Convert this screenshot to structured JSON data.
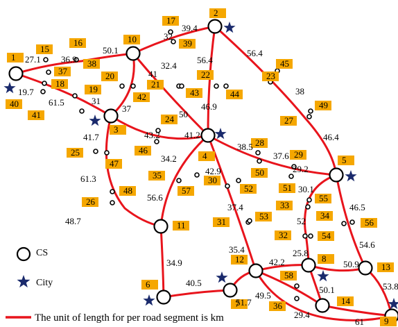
{
  "colors": {
    "road": "#e8141c",
    "label_bg": "#f5a700",
    "star": "#1a2a6c",
    "node_fill": "#ffffff"
  },
  "legend": {
    "cs_icon": "open-circle-icon",
    "cs_label": "CS",
    "city_icon": "star-icon",
    "city_label": "City",
    "road_icon": "red-line-icon",
    "road_text": "The unit of length for per road segment is km"
  },
  "stations": [
    {
      "id": "1",
      "city": true
    },
    {
      "id": "2",
      "city": true
    },
    {
      "id": "3",
      "city": true
    },
    {
      "id": "4",
      "city": true
    },
    {
      "id": "5",
      "city": true
    },
    {
      "id": "6",
      "city": true
    },
    {
      "id": "7",
      "city": true
    },
    {
      "id": "8",
      "city": true
    },
    {
      "id": "9",
      "city": true
    },
    {
      "id": "10",
      "city": false
    },
    {
      "id": "11",
      "city": false
    },
    {
      "id": "12",
      "city": false
    },
    {
      "id": "13",
      "city": false
    },
    {
      "id": "14",
      "city": false
    }
  ],
  "demand_points": [
    "15",
    "16",
    "17",
    "18",
    "19",
    "20",
    "21",
    "22",
    "23",
    "24",
    "25",
    "26",
    "27",
    "28",
    "29",
    "30",
    "31",
    "32",
    "33",
    "34",
    "35",
    "36",
    "37",
    "38",
    "39",
    "40",
    "41",
    "42",
    "43",
    "44",
    "45",
    "46",
    "47",
    "48",
    "49",
    "50",
    "51",
    "52",
    "53",
    "54",
    "55",
    "56",
    "57",
    "58"
  ],
  "segments": [
    {
      "from": "1",
      "to": "10",
      "length": "27.1"
    },
    {
      "from": "1",
      "to": "10",
      "length": "36.9"
    },
    {
      "from": "1",
      "to": "10",
      "length": "50.1"
    },
    {
      "from": "1",
      "to": "3",
      "length": "19.7"
    },
    {
      "from": "1",
      "to": "3",
      "length": "61.5"
    },
    {
      "from": "1",
      "to": "3",
      "length": "31"
    },
    {
      "from": "10",
      "to": "2",
      "length": "32"
    },
    {
      "from": "10",
      "to": "2",
      "length": "39.4"
    },
    {
      "from": "10",
      "to": "3",
      "length": "41"
    },
    {
      "from": "3",
      "to": "10",
      "length": "37"
    },
    {
      "from": "10",
      "to": "4",
      "length": "32.4"
    },
    {
      "from": "10",
      "to": "4",
      "length": "50"
    },
    {
      "from": "2",
      "to": "4",
      "length": "56.4"
    },
    {
      "from": "2",
      "to": "4",
      "length": "46.9"
    },
    {
      "from": "2",
      "to": "5",
      "length": "56.4"
    },
    {
      "from": "2",
      "to": "5",
      "length": "38"
    },
    {
      "from": "2",
      "to": "5",
      "length": "46.4"
    },
    {
      "from": "3",
      "to": "4",
      "length": "43.2"
    },
    {
      "from": "3",
      "to": "4",
      "length": "41.2"
    },
    {
      "from": "3",
      "to": "11",
      "length": "41.7"
    },
    {
      "from": "3",
      "to": "11",
      "length": "61.3"
    },
    {
      "from": "3",
      "to": "11",
      "length": "48.7"
    },
    {
      "from": "4",
      "to": "11",
      "length": "34.2"
    },
    {
      "from": "4",
      "to": "11",
      "length": "56.6"
    },
    {
      "from": "4",
      "to": "5",
      "length": "38.5"
    },
    {
      "from": "4",
      "to": "5",
      "length": "37.6"
    },
    {
      "from": "4",
      "to": "5",
      "length": "29.2"
    },
    {
      "from": "4",
      "to": "12",
      "length": "42.9"
    },
    {
      "from": "4",
      "to": "12",
      "length": "37.4"
    },
    {
      "from": "4",
      "to": "12",
      "length": "35.4"
    },
    {
      "from": "5",
      "to": "8",
      "length": "30.1"
    },
    {
      "from": "5",
      "to": "8",
      "length": "52"
    },
    {
      "from": "5",
      "to": "8",
      "length": "25.8"
    },
    {
      "from": "5",
      "to": "13",
      "length": "46.5"
    },
    {
      "from": "5",
      "to": "13",
      "length": "54.6"
    },
    {
      "from": "11",
      "to": "6",
      "length": "34.9"
    },
    {
      "from": "6",
      "to": "7",
      "length": "40.5"
    },
    {
      "from": "7",
      "to": "12",
      "length": "51.7"
    },
    {
      "from": "12",
      "to": "8",
      "length": "42.2"
    },
    {
      "from": "8",
      "to": "13",
      "length": "50.9"
    },
    {
      "from": "12",
      "to": "14",
      "length": "49.5"
    },
    {
      "from": "14",
      "to": "9",
      "length": "29.4"
    },
    {
      "from": "8",
      "to": "14",
      "length": "50.1"
    },
    {
      "from": "13",
      "to": "9",
      "length": "53.8"
    },
    {
      "from": "14",
      "to": "9",
      "length": "61"
    }
  ]
}
